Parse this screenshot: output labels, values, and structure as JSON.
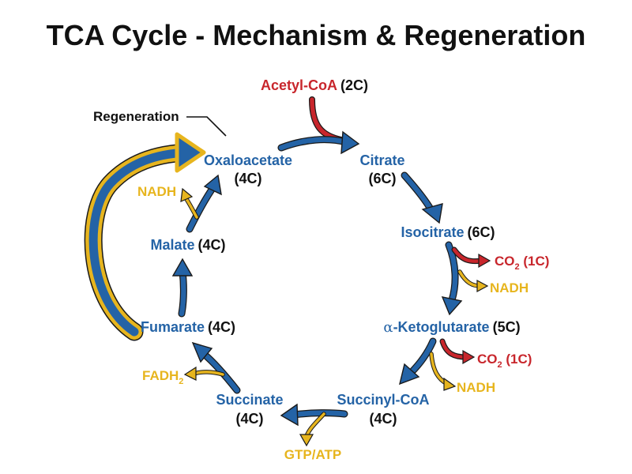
{
  "title": "TCA Cycle - Mechanism & Regeneration",
  "input": {
    "name": "Acetyl-CoA",
    "carbons": "(2C)"
  },
  "regeneration_label": "Regeneration",
  "nodes": {
    "oxaloacetate": {
      "name": "Oxaloacetate",
      "carbons": "(4C)"
    },
    "citrate": {
      "name": "Citrate",
      "carbons": "(6C)"
    },
    "isocitrate": {
      "name": "Isocitrate",
      "carbons": "(6C)"
    },
    "ketoglutarate": {
      "greek": "α",
      "name": "-Ketoglutarate",
      "carbons": "(5C)"
    },
    "succinyl_coa": {
      "name": "Succinyl-CoA",
      "carbons": "(4C)"
    },
    "succinate": {
      "name": "Succinate",
      "carbons": "(4C)"
    },
    "fumarate": {
      "name": "Fumarate",
      "carbons": "(4C)"
    },
    "malate": {
      "name": "Malate",
      "carbons": "(4C)"
    }
  },
  "products": {
    "co2_1": {
      "base": "CO",
      "sub": "2",
      "rest": " (1C)"
    },
    "nadh_1": "NADH",
    "co2_2": {
      "base": "CO",
      "sub": "2",
      "rest": " (1C)"
    },
    "nadh_2": "NADH",
    "gtp_atp": "GTP/ATP",
    "fadh2": {
      "base": "FADH",
      "sub": "2"
    },
    "nadh_3": "NADH"
  },
  "colors": {
    "blue": "#2463a6",
    "red": "#c8262c",
    "yellow": "#e7b51e",
    "dark": "#111111"
  }
}
